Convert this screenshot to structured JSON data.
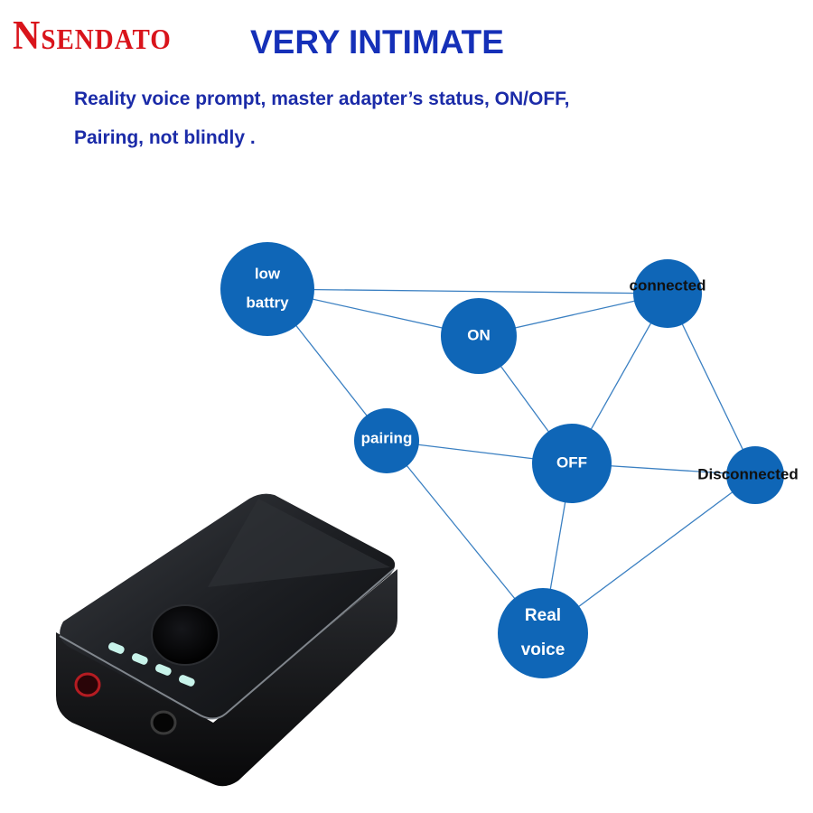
{
  "brand": {
    "logo_text": "Nsendato",
    "color": "#d9141b"
  },
  "header": {
    "headline": "VERY INTIMATE",
    "subtitle_line1": "Reality voice prompt, master adapter’s status, ON/OFF,",
    "subtitle_line2": "Pairing, not blindly ."
  },
  "colors": {
    "node_fill": "#0f66b7",
    "edge": "#3b80c2",
    "headline": "#1530b8"
  },
  "diagram": {
    "nodes": [
      {
        "id": "low-battery",
        "lines": [
          "low",
          "battry"
        ]
      },
      {
        "id": "on",
        "lines": [
          "ON"
        ]
      },
      {
        "id": "connected",
        "lines": [
          "connected"
        ]
      },
      {
        "id": "pairing",
        "lines": [
          "pairing"
        ]
      },
      {
        "id": "off",
        "lines": [
          "OFF"
        ]
      },
      {
        "id": "disconnected",
        "lines": [
          "Disconnected"
        ]
      },
      {
        "id": "real-voice",
        "lines": [
          "Real",
          "voice"
        ]
      }
    ],
    "edges": [
      [
        "low-battery",
        "connected"
      ],
      [
        "low-battery",
        "on"
      ],
      [
        "low-battery",
        "pairing"
      ],
      [
        "on",
        "connected"
      ],
      [
        "on",
        "off"
      ],
      [
        "connected",
        "off"
      ],
      [
        "connected",
        "disconnected"
      ],
      [
        "pairing",
        "off"
      ],
      [
        "pairing",
        "real-voice"
      ],
      [
        "off",
        "disconnected"
      ],
      [
        "off",
        "real-voice"
      ],
      [
        "disconnected",
        "real-voice"
      ]
    ]
  },
  "product": {
    "image": "bluetooth-adapter-device"
  }
}
